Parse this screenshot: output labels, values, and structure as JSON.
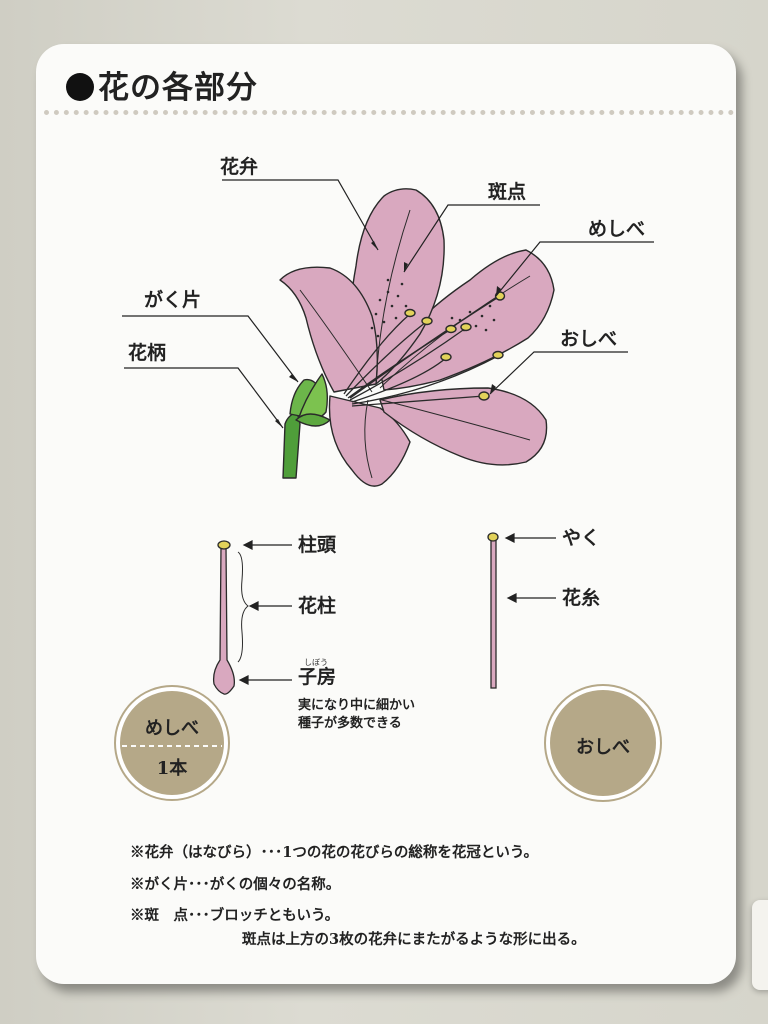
{
  "panel": {
    "title": "花の各部分"
  },
  "flower_labels": {
    "petal": "花弁",
    "spots": "斑点",
    "pistil": "めしべ",
    "sepal": "がく片",
    "stamen": "おしべ",
    "peduncle": "花柄"
  },
  "pistil_parts": {
    "stigma": "柱頭",
    "style": "花柱",
    "ovary": "子房",
    "ovary_ruby": "しぼう",
    "ovary_note_line1": "実になり中に細かい",
    "ovary_note_line2": "種子が多数できる"
  },
  "stamen_parts": {
    "anther": "やく",
    "filament": "花糸"
  },
  "badges": {
    "pistil_name": "めしべ",
    "pistil_count": "1本",
    "stamen_name": "おしべ"
  },
  "notes": [
    "※花弁（はなびら）･･･1つの花の花びらの総称を花冠という。",
    "※がく片･･･がくの個々の名称。",
    "※斑　点･･･ブロッチともいう。",
    "斑点は上方の3枚の花弁にまたがるような形に出る。"
  ],
  "colors": {
    "petal": "#d9a8bf",
    "stem": "#4f9e3a",
    "sepal": "#6cb64a",
    "anther": "#e2d25a",
    "badge": "#b5a888"
  }
}
